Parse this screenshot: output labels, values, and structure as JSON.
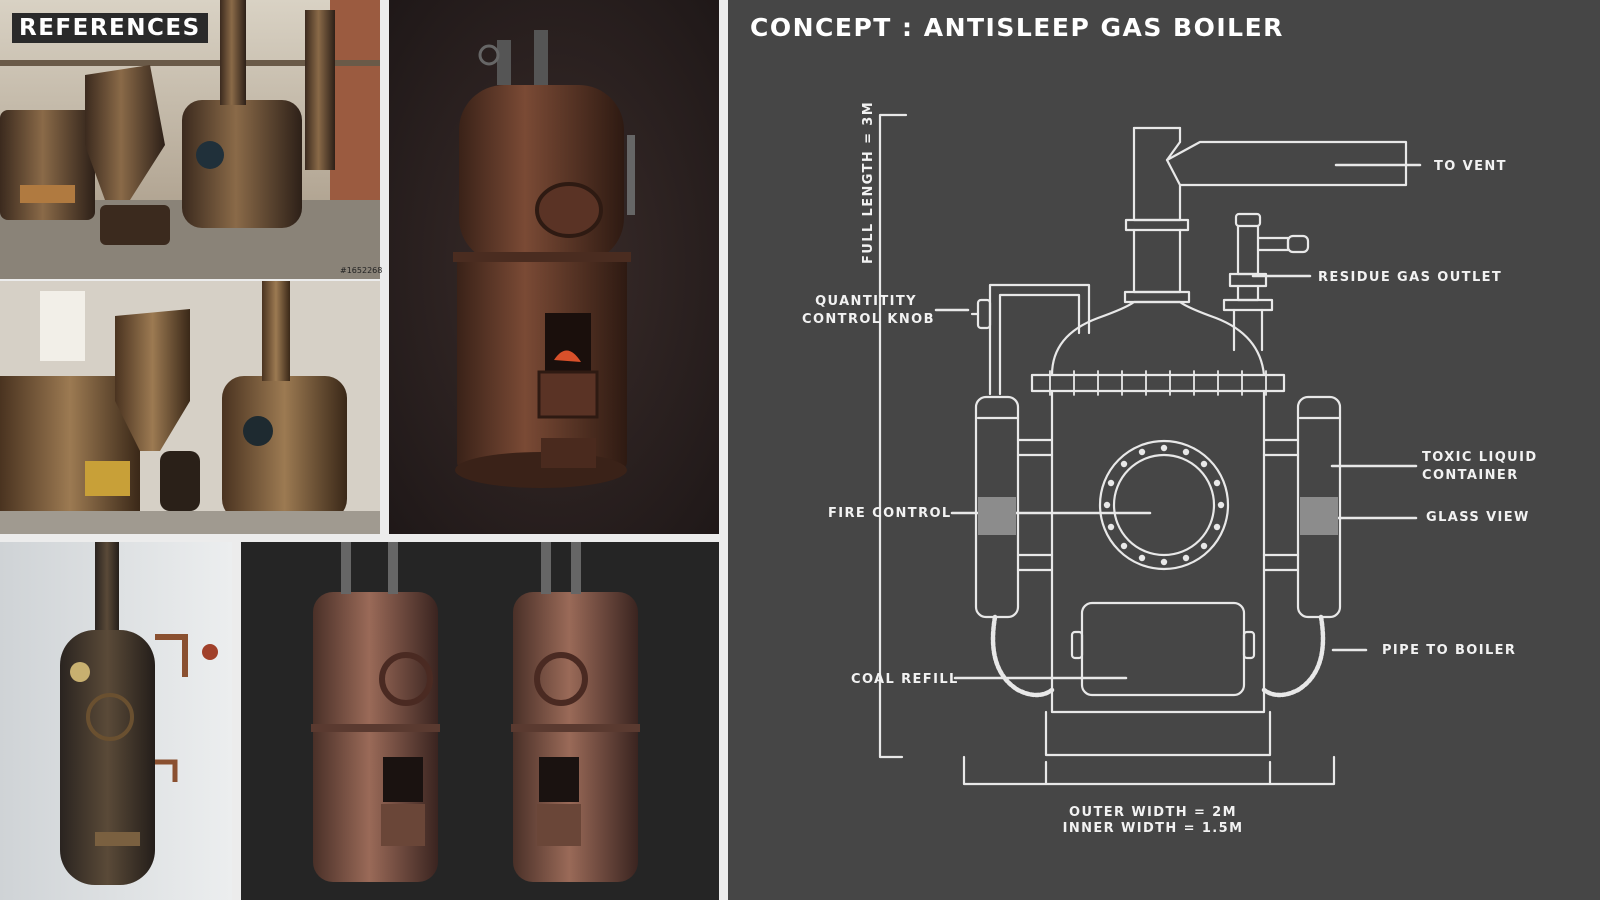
{
  "references": {
    "label": "REFERENCES",
    "stock_id": "#1652268"
  },
  "concept": {
    "title": "CONCEPT : ANTISLEEP GAS BOILER",
    "labels": {
      "full_length": "FULL LENGTH = 3M",
      "to_vent": "TO VENT",
      "residue_gas_outlet": "RESIDUE GAS OUTLET",
      "quantity_control_knob_line1": "QUANTITITY",
      "quantity_control_knob_line2": "CONTROL KNOB",
      "toxic_liquid_container_line1": "TOXIC LIQUID",
      "toxic_liquid_container_line2": "CONTAINER",
      "fire_control": "FIRE CONTROL",
      "glass_view": "GLASS VIEW",
      "pipe_to_boiler": "PIPE TO BOILER",
      "coal_refill": "COAL REFILL",
      "outer_width": "OUTER WIDTH = 2M",
      "inner_width": "INNER WIDTH = 1.5M"
    }
  },
  "colors": {
    "concept_bg": "#464646",
    "line": "#e8e8e8",
    "copper": "#7a4a35",
    "rust": "#5a3325"
  }
}
